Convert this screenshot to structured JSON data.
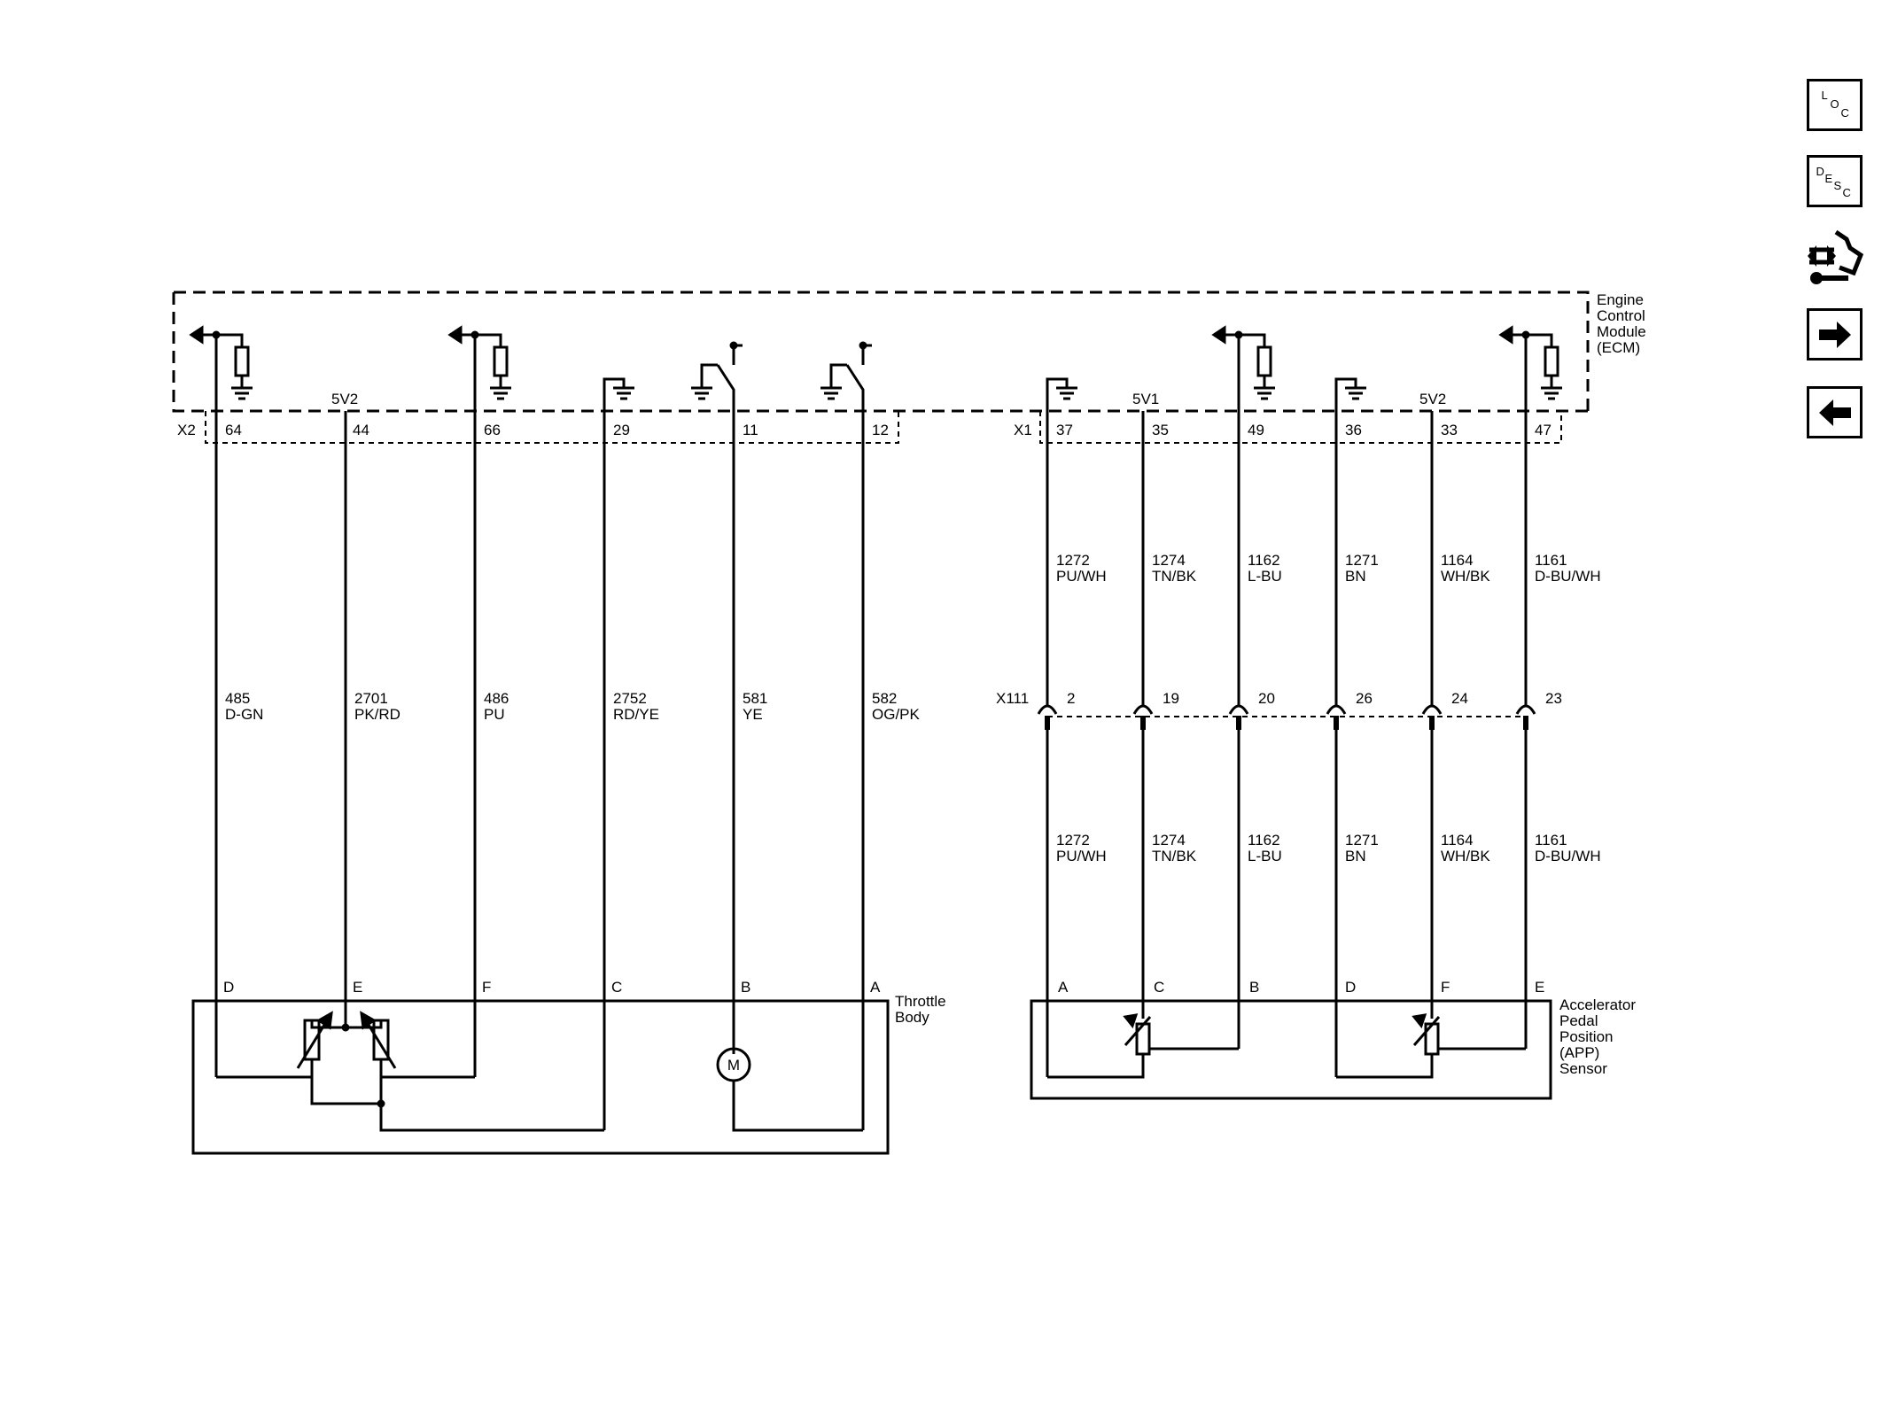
{
  "ecm": {
    "label": [
      "Engine",
      "Control",
      "Module",
      "(ECM)"
    ],
    "connector_x2": "X2",
    "connector_x1": "X1",
    "ref_5v2_left": "5V2",
    "ref_5v1": "5V1",
    "ref_5v2_right": "5V2",
    "x2_pins": [
      "64",
      "44",
      "66",
      "29",
      "11",
      "12"
    ],
    "x1_pins": [
      "37",
      "35",
      "49",
      "36",
      "33",
      "47"
    ]
  },
  "throttle_wires": [
    {
      "circuit": "485",
      "color": "D-GN",
      "pin": "D"
    },
    {
      "circuit": "2701",
      "color": "PK/RD",
      "pin": "E"
    },
    {
      "circuit": "486",
      "color": "PU",
      "pin": "F"
    },
    {
      "circuit": "2752",
      "color": "RD/YE",
      "pin": "C"
    },
    {
      "circuit": "581",
      "color": "YE",
      "pin": "B"
    },
    {
      "circuit": "582",
      "color": "OG/PK",
      "pin": "A"
    }
  ],
  "throttle_body": {
    "label": [
      "Throttle",
      "Body"
    ],
    "motor_symbol": "M"
  },
  "inline": {
    "connector": "X111",
    "pins": [
      "2",
      "19",
      "20",
      "26",
      "24",
      "23"
    ]
  },
  "app_wires_upper": [
    {
      "circuit": "1272",
      "color": "PU/WH"
    },
    {
      "circuit": "1274",
      "color": "TN/BK"
    },
    {
      "circuit": "1162",
      "color": "L-BU"
    },
    {
      "circuit": "1271",
      "color": "BN"
    },
    {
      "circuit": "1164",
      "color": "WH/BK"
    },
    {
      "circuit": "1161",
      "color": "D-BU/WH"
    }
  ],
  "app_wires_lower": [
    {
      "circuit": "1272",
      "color": "PU/WH",
      "pin": "A"
    },
    {
      "circuit": "1274",
      "color": "TN/BK",
      "pin": "C"
    },
    {
      "circuit": "1162",
      "color": "L-BU",
      "pin": "B"
    },
    {
      "circuit": "1271",
      "color": "BN",
      "pin": "D"
    },
    {
      "circuit": "1164",
      "color": "WH/BK",
      "pin": "F"
    },
    {
      "circuit": "1161",
      "color": "D-BU/WH",
      "pin": "E"
    }
  ],
  "app_sensor": {
    "label": [
      "Accelerator",
      "Pedal",
      "Position",
      "(APP)",
      "Sensor"
    ]
  },
  "nav": {
    "loc": {
      "l1": "L",
      "l2": "O",
      "l3": "C",
      "icon": "loc-icon"
    },
    "desc": {
      "l1": "D",
      "l2": "E",
      "l3": "S",
      "l4": "C",
      "icon": "desc-icon"
    },
    "connector_icon": "connector-wrench-icon",
    "next_icon": "arrow-right-icon",
    "prev_icon": "arrow-left-icon"
  },
  "colors": {
    "ink": "#000000",
    "background": "#ffffff"
  }
}
